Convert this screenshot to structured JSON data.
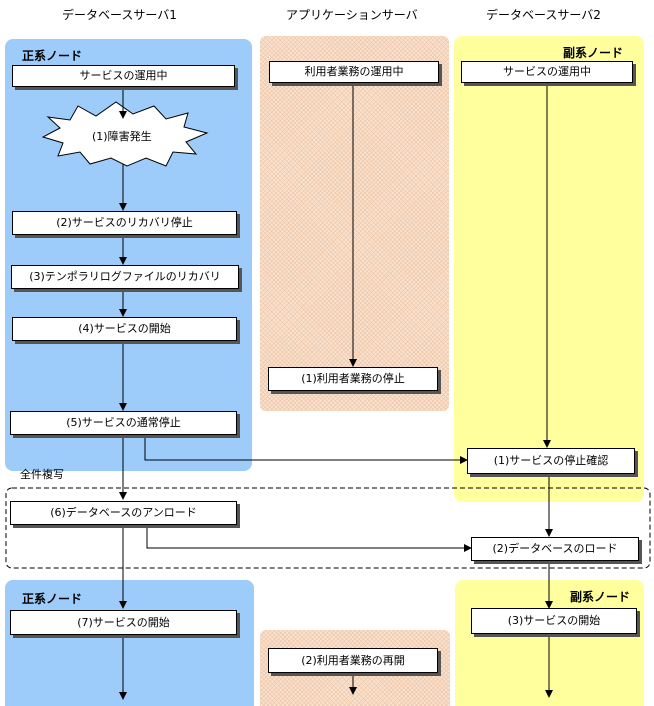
{
  "columns": {
    "db1": "データベースサーバ1",
    "app": "アプリケーションサーバ",
    "db2": "データベースサーバ2"
  },
  "labels": {
    "primary_top": "正系ノード",
    "secondary_top": "副系ノード",
    "primary_bottom": "正系ノード",
    "secondary_bottom": "副系ノード",
    "full_copy": "全件複写"
  },
  "db1_steps": {
    "running": "サービスの運用中",
    "failure": "(1)障害発生",
    "recovery_stop": "(2)サービスのリカバリ停止",
    "temp_log_recovery": "(3)テンポラリログファイルのリカバリ",
    "start_service": "(4)サービスの開始",
    "normal_stop": "(5)サービスの通常停止",
    "unload": "(6)データベースのアンロード",
    "restart_service": "(7)サービスの開始"
  },
  "app_steps": {
    "running": "利用者業務の運用中",
    "stop": "(1)利用者業務の停止",
    "resume": "(2)利用者業務の再開"
  },
  "db2_steps": {
    "running": "サービスの運用中",
    "confirm_stop": "(1)サービスの停止確認",
    "load": "(2)データベースのロード",
    "start_service": "(3)サービスの開始"
  },
  "colors": {
    "primary_region": "#9dcbfa",
    "secondary_region": "#ffff9e",
    "app_region": "#fbe3cf"
  }
}
